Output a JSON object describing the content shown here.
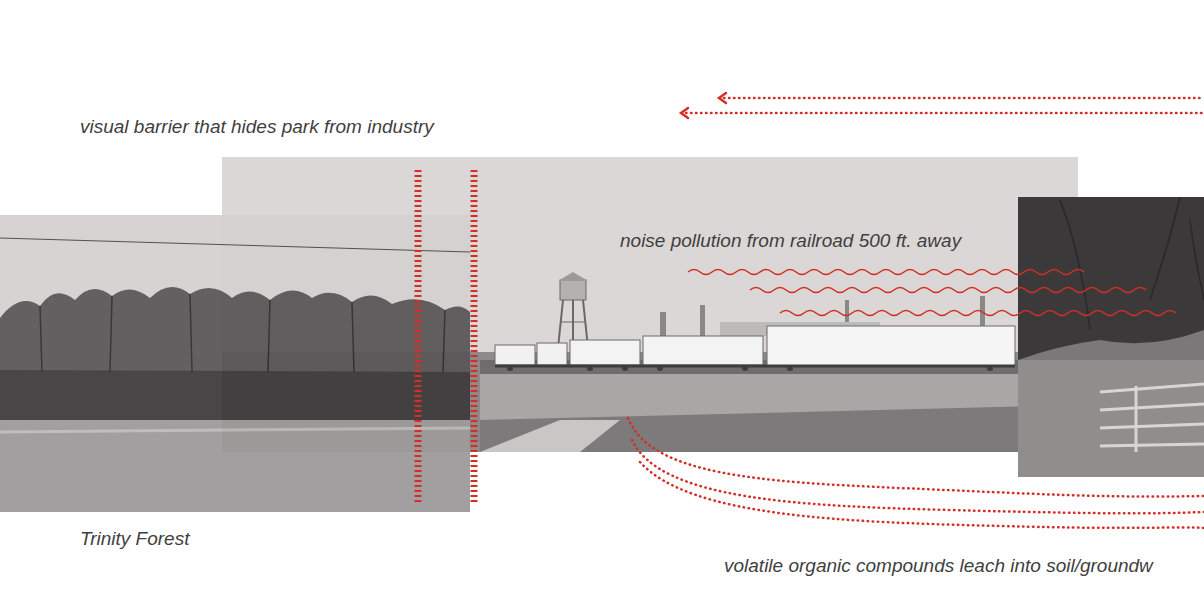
{
  "diagram": {
    "labels": [
      "visual barrier that hides park from industry",
      "noise pollution from railroad 500 ft. away",
      "Trinity Forest",
      "volatile organic compounds leach into soil/groundw"
    ]
  }
}
